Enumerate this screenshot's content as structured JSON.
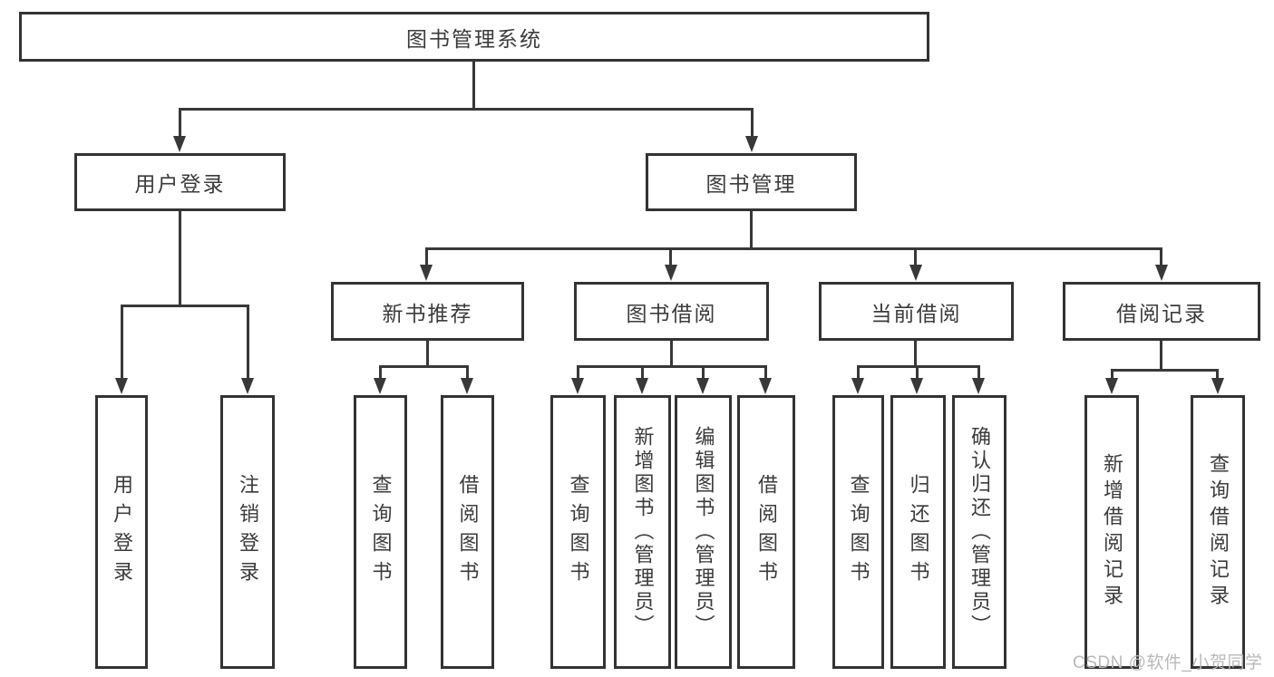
{
  "diagram": {
    "title": "图书管理系统",
    "root": {
      "label": "图书管理系统"
    },
    "level2": [
      {
        "label": "用户登录"
      },
      {
        "label": "图书管理"
      }
    ],
    "level3": [
      {
        "label": "新书推荐",
        "parent": "图书管理"
      },
      {
        "label": "图书借阅",
        "parent": "图书管理"
      },
      {
        "label": "当前借阅",
        "parent": "图书管理"
      },
      {
        "label": "借阅记录",
        "parent": "图书管理"
      }
    ],
    "leaves": [
      {
        "label": "用户登录",
        "parent": "用户登录"
      },
      {
        "label": "注销登录",
        "parent": "用户登录"
      },
      {
        "label": "查询图书",
        "parent": "新书推荐"
      },
      {
        "label": "借阅图书",
        "parent": "新书推荐"
      },
      {
        "label": "查询图书",
        "parent": "图书借阅"
      },
      {
        "label": "新增图书（管理员）",
        "parent": "图书借阅"
      },
      {
        "label": "编辑图书（管理员）",
        "parent": "图书借阅"
      },
      {
        "label": "借阅图书",
        "parent": "图书借阅"
      },
      {
        "label": "查询图书",
        "parent": "当前借阅"
      },
      {
        "label": "归还图书",
        "parent": "当前借阅"
      },
      {
        "label": "确认归还（管理员）",
        "parent": "当前借阅"
      },
      {
        "label": "新增借阅记录",
        "parent": "借阅记录"
      },
      {
        "label": "查询借阅记录",
        "parent": "借阅记录"
      }
    ]
  },
  "watermark": {
    "text": "CSDN @软件_小贺同学"
  },
  "colors": {
    "background": "#ffffff",
    "box_border": "#333333",
    "connector": "#383838",
    "text": "#3b3b3b",
    "watermark": "#b9b9b9"
  }
}
